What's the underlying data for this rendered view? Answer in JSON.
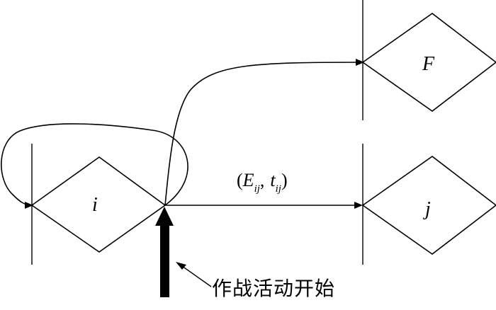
{
  "nodes": {
    "i": "i",
    "j": "j",
    "F": "F"
  },
  "edge": {
    "open_paren": "(",
    "E": "E",
    "E_sub": "ij",
    "comma": ",",
    "t": "t",
    "t_sub": "ij",
    "close_paren": ")"
  },
  "caption": "作战活动开始"
}
